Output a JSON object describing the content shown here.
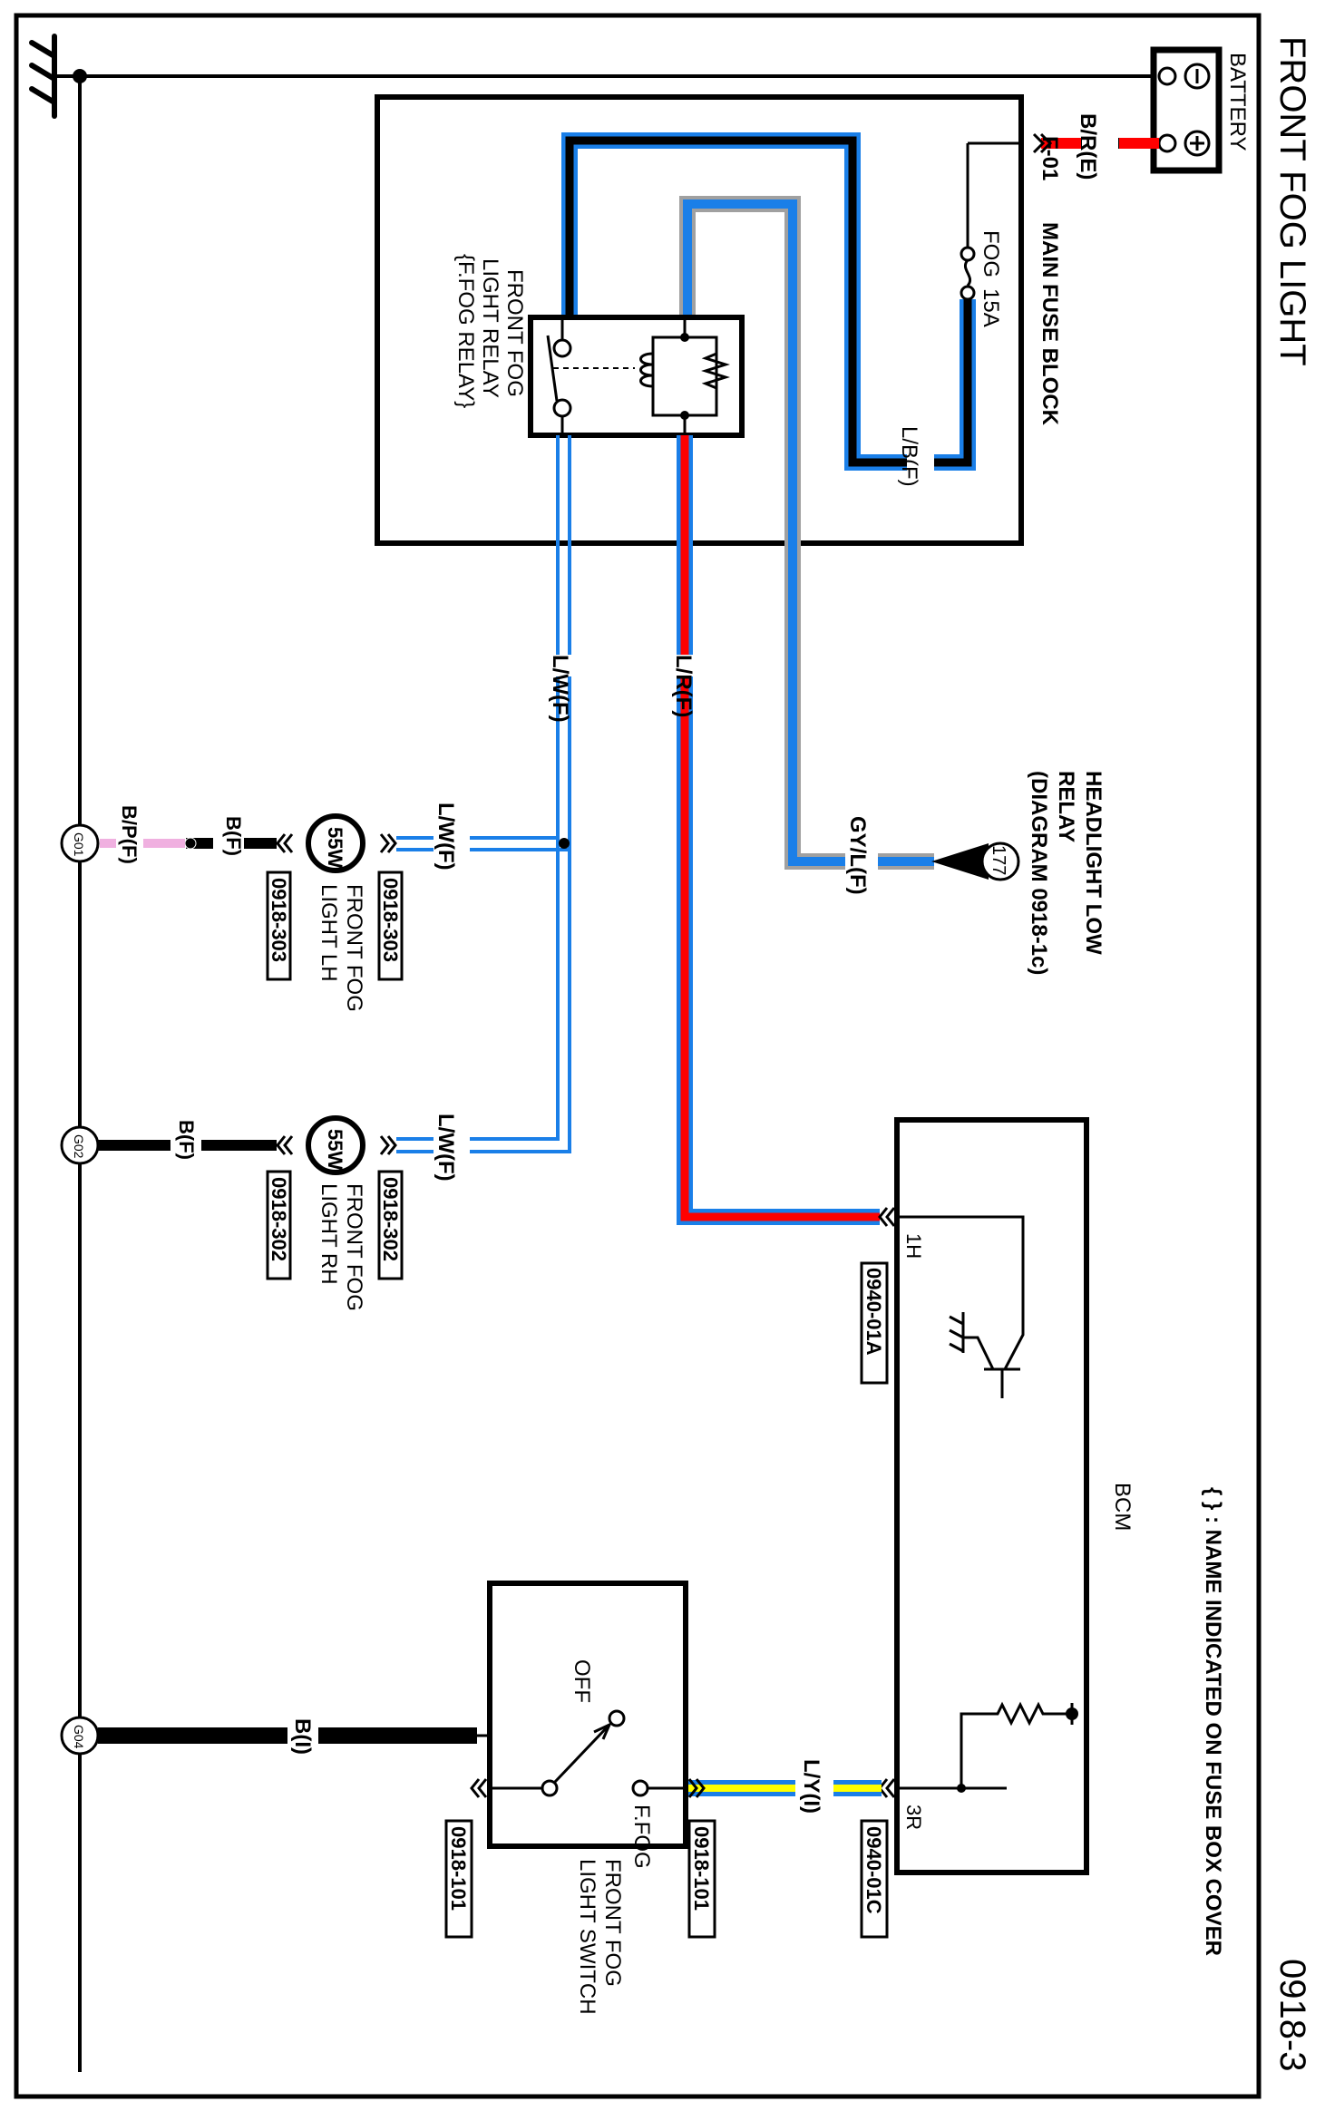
{
  "diagram": {
    "title": "FRONT FOG LIGHT",
    "page_code": "0918-3",
    "note": "{ } : NAME INDICATED ON FUSE BOX COVER",
    "colors": {
      "red": "#ff0000",
      "blue": "#1a7fe8",
      "gray": "#a0a0a0",
      "yellow": "#ffff00",
      "pink": "#f0b0e0",
      "black": "#000000"
    },
    "battery": {
      "label": "BATTERY",
      "neg_symbol": "⊖",
      "pos_symbol": "⊕"
    },
    "fuse_block": {
      "connector": "F-01",
      "label": "MAIN FUSE BLOCK",
      "fuse_name": "FOG",
      "fuse_rating": "15A"
    },
    "relay": {
      "line1": "FRONT FOG",
      "line2": "LIGHT RELAY",
      "line3": "{F.FOG RELAY}"
    },
    "headlight_low_relay": {
      "line1": "HEADLIGHT LOW",
      "line2": "RELAY",
      "line3": "(DIAGRAM 0918-1c)",
      "ref": "177"
    },
    "wires": {
      "battery_feed": "B/R(E)",
      "fuse_to_relay": "L/B(F)",
      "relay_out": "L/W(F)",
      "relay_coil": "L/R(F)",
      "headlight_feed": "GY/L(F)",
      "lh_feed": "L/W(F)",
      "rh_feed": "L/W(F)",
      "lh_ground_b": "B(F)",
      "lh_ground_bp": "B/P(F)",
      "rh_ground": "B(F)",
      "switch_signal": "L/Y(I)",
      "switch_ground": "B(I)"
    },
    "fog_lh": {
      "wattage": "55W",
      "line1": "FRONT FOG",
      "line2": "LIGHT LH",
      "connector_in": "0918-303",
      "connector_out": "0918-303"
    },
    "fog_rh": {
      "wattage": "55W",
      "line1": "FRONT FOG",
      "line2": "LIGHT RH",
      "connector_in": "0918-302",
      "connector_out": "0918-302"
    },
    "bcm": {
      "label": "BCM",
      "pin_1h": "1H",
      "pin_3r": "3R",
      "connector_a": "0940-01A",
      "connector_c": "0940-01C"
    },
    "switch": {
      "line1": "FRONT FOG",
      "line2": "LIGHT SWITCH",
      "pos_off": "OFF",
      "pos_on": "F.FOG",
      "connector_in": "0918-101",
      "connector_out": "0918-101"
    },
    "grounds": {
      "g01": "G01",
      "g02": "G02",
      "g04": "G04"
    }
  }
}
